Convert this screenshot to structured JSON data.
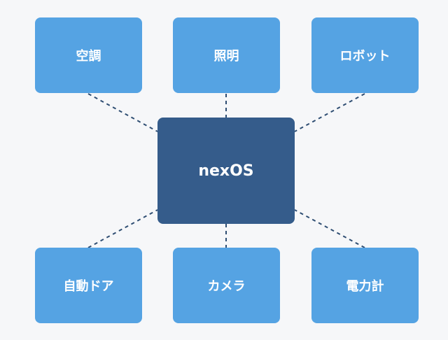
{
  "diagram": {
    "hub": {
      "label": "nexOS"
    },
    "devices": [
      {
        "id": "aircon",
        "label": "空調"
      },
      {
        "id": "light",
        "label": "照明"
      },
      {
        "id": "robot",
        "label": "ロボット"
      },
      {
        "id": "door",
        "label": "自動ドア"
      },
      {
        "id": "camera",
        "label": "カメラ"
      },
      {
        "id": "meter",
        "label": "電力計"
      }
    ],
    "connections": [
      {
        "from": "nexOS",
        "to": "空調"
      },
      {
        "from": "nexOS",
        "to": "照明"
      },
      {
        "from": "nexOS",
        "to": "ロボット"
      },
      {
        "from": "nexOS",
        "to": "自動ドア"
      },
      {
        "from": "nexOS",
        "to": "カメラ"
      },
      {
        "from": "nexOS",
        "to": "電力計"
      }
    ],
    "colors": {
      "hub": "#355c8b",
      "device": "#55a3e3",
      "connector": "#2e4d72",
      "background": "#f6f7f9"
    }
  }
}
